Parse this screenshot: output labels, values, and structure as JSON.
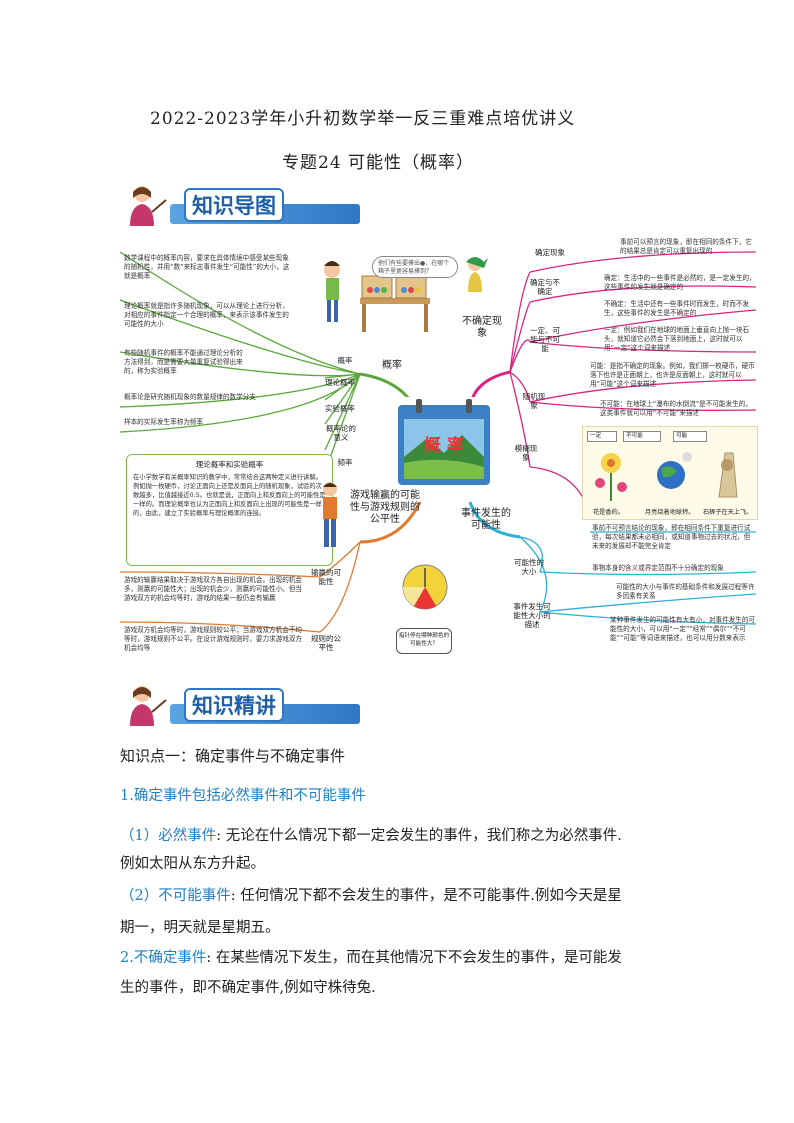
{
  "doc": {
    "title_line1": "2022-2023学年小升初数学举一反三重难点培优讲义",
    "title_line2": "专题24  可能性（概率）"
  },
  "banner1": {
    "label": "知识导图"
  },
  "banner2": {
    "label": "知识精讲"
  },
  "mindmap": {
    "center": "概  率",
    "speech": "他们有些要摸出●，在哪个箱子里更容易摸到？",
    "note": "指针停在哪种颜色的可能性大？",
    "left_boxes": [
      "数学课程中的概率内容，要求在具体情境中感受某些现象的随机性，并用“数”来标志事件发生“可能性”的大小，这就是概率",
      "理论概率就是指许多随机现象，可以从理论上进行分析，对相应的事件指定一个合理的概率，来表示该事件发生的可能性的大小",
      "有些随机事件的概率不能通过理论分析的方法得到，而是需要大量重复试验得出来的，称为实验概率",
      "概率论是研究随机现象的数量规律的数学分支",
      "样本的实际发生率称为频率"
    ],
    "left_labels": [
      "概率",
      "理论概率",
      "实验概率",
      "概率论的意义",
      "频率"
    ],
    "left_main": "概率",
    "theory_title": "理论概率和实验概率",
    "theory_body": "在小学数学有关概率知识的教学中，常常结合这两种定义进行讲解。例如抛一枚硬币，讨论正面向上还是反面向上的随机现象，试验的次数越多，比值越接近0.5。也就是说，正面向上和反面向上的可能性是一样的。而理论概率也认为正面向上和反面向上出现的可能性是一样的，由此，建立了实验概率与理论概率的连接。",
    "game_main": "游戏输赢的可能性与游戏规则的公平性",
    "game_labels": [
      "输赢的可能性",
      "规则的公平性"
    ],
    "game_boxes": [
      "游戏的输赢结果取决于游戏双方各自出现的机会。出现的机会多，则赢的可能性大；出现的机会少，则赢的可能性小。但当游戏双方的机会均等时，游戏的结果一般仍会有输赢",
      "游戏双方机会均等时，游戏规则较公平；当游戏双方机会不均等时，游戏规则不公平。在设计游戏规则时，要力求游戏双方机会均等"
    ],
    "right_main": "不确定现象",
    "right_labels": [
      "确定现象",
      "确定与不确定",
      "一定、可能与不可能",
      "随机现象",
      "模糊现象"
    ],
    "right_boxes": [
      "事前可以预言的现象，即在相同的条件下，它的结果总是肯定可以重复出现的",
      "确定：生活中的一些事件是必然的，是一定发生的，这些事件的发生就是确定的",
      "不确定：生活中还有一些事件时而发生，时而不发生，这些事件的发生是不确定的",
      "一定：例如我们在地球的地面上垂直向上抛一块石头，就知道它必然会下落到地面上，这时就可以用“一定”这个词来描述",
      "可能：是指不确定的现象。例如，我们掷一枚硬币，硬币落下也许是正面朝上，也许是反面朝上，这时就可以用“可能”这个词来描述",
      "不可能：在地球上“瀑布的水倒流”是不可能发生的，这类事件就可以用“不可能”来描述"
    ],
    "chips": [
      "一定",
      "不可能",
      "可能"
    ],
    "pictures": [
      "花是香的。",
      "月亮绕着地球转。",
      "石狮子在天上飞。"
    ],
    "bottom_main": "事件发生的可能性",
    "bottom_labels": [
      "可能性的大小",
      "事件发生可能性大小的描述"
    ],
    "bottom_boxes": [
      "事前不可预言结论的现象，即在相同条件下重复进行试验，每次结果都未必相同，或知道事物过去的状况，但未来的发展却不能完全肯定",
      "事物本身的含义或界定范围不十分确定的现象",
      "可能性的大小与事件的基础条件和发展过程等许多因素有关系",
      "某种事件发生的可能性有大有小，对事件发生的可能性的大小，可以用“一定”“经常”“偶尔”“不可能”“可能”等词语来描述，也可以用分数来表示"
    ]
  },
  "lesson": {
    "section1": "知识点一：确定事件与不确定事件",
    "p1": "1.确定事件包括必然事件和不可能事件",
    "p2_label": "（1）必然事件",
    "p2_text": ": 无论在什么情况下都一定会发生的事件，我们称之为必然事件.",
    "p3": "例如太阳从东方升起。",
    "p4_label": "（2）不可能事件",
    "p4_text": ": 任何情况下都不会发生的事件，是不可能事件.例如今天是星",
    "p5": "期一，明天就是星期五。",
    "p6_label": "2.不确定事件",
    "p6_text": ": 在某些情况下发生，而在其他情况下不会发生的事件，是可能发",
    "p7": "生的事件，即不确定事件,例如守株待兔."
  },
  "colors": {
    "green": "#5aa83a",
    "orange": "#e07a2e",
    "magenta": "#d6267f",
    "cyan": "#2bb0d8",
    "blue_text": "#1d7fc4"
  }
}
